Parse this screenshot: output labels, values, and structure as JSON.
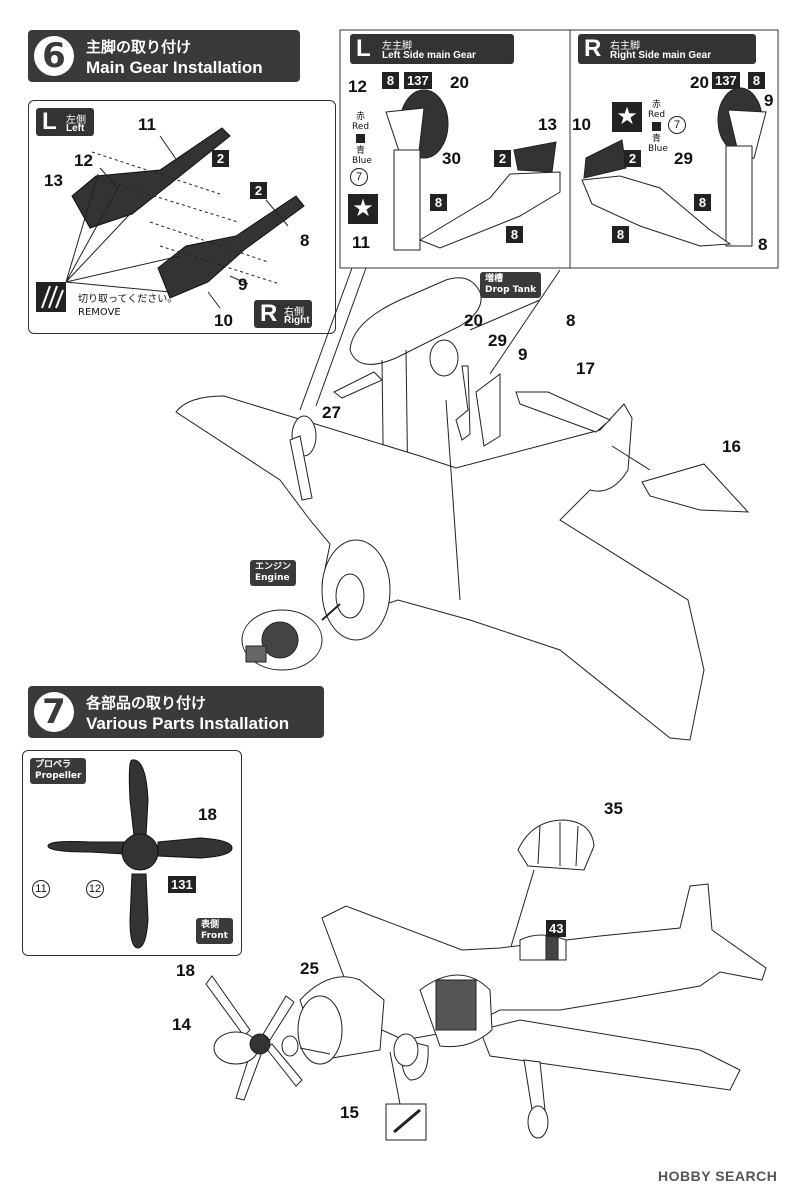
{
  "step6": {
    "number": "6",
    "title_jp": "主脚の取り付け",
    "title_en": "Main Gear Installation",
    "left_box": {
      "tag_letter": "L",
      "tag_jp": "左側",
      "tag_en": "Left",
      "right_letter": "R",
      "right_jp": "右側",
      "right_en": "Right",
      "remove_jp": "切り取ってください。",
      "remove_en": "REMOVE",
      "parts": [
        "11",
        "12",
        "13",
        "2",
        "2",
        "8",
        "9",
        "10"
      ]
    },
    "left_gear": {
      "letter": "L",
      "jp": "左主脚",
      "en": "Left Side main Gear",
      "parts": [
        "12",
        "20",
        "13",
        "30",
        "11"
      ],
      "badges": [
        "8",
        "137",
        "2",
        "8",
        "8"
      ],
      "red_jp": "赤",
      "red_en": "Red",
      "blue_jp": "青",
      "blue_en": "Blue",
      "circle": "7"
    },
    "right_gear": {
      "letter": "R",
      "jp": "右主脚",
      "en": "Right Side main Gear",
      "parts": [
        "20",
        "9",
        "10",
        "29",
        "8"
      ],
      "badges": [
        "137",
        "8",
        "2",
        "8",
        "8"
      ],
      "red_jp": "赤",
      "red_en": "Red",
      "blue_jp": "青",
      "blue_en": "Blue",
      "circle": "7"
    },
    "drop_tank_jp": "増槽",
    "drop_tank_en": "Drop Tank",
    "engine_jp": "エンジン",
    "engine_en": "Engine",
    "parts": [
      "20",
      "29",
      "8",
      "9",
      "17",
      "27",
      "16"
    ]
  },
  "step7": {
    "number": "7",
    "title_jp": "各部品の取り付け",
    "title_en": "Various Parts Installation",
    "propeller_box": {
      "label_jp": "プロペラ",
      "label_en": "Propeller",
      "part": "18",
      "badge": "131",
      "circle_a": "11",
      "circle_b": "12",
      "front_jp": "表側",
      "front_en": "Front"
    },
    "parts": [
      "35",
      "43",
      "18",
      "25",
      "14",
      "15"
    ]
  },
  "watermark": "HOBBY SEARCH"
}
